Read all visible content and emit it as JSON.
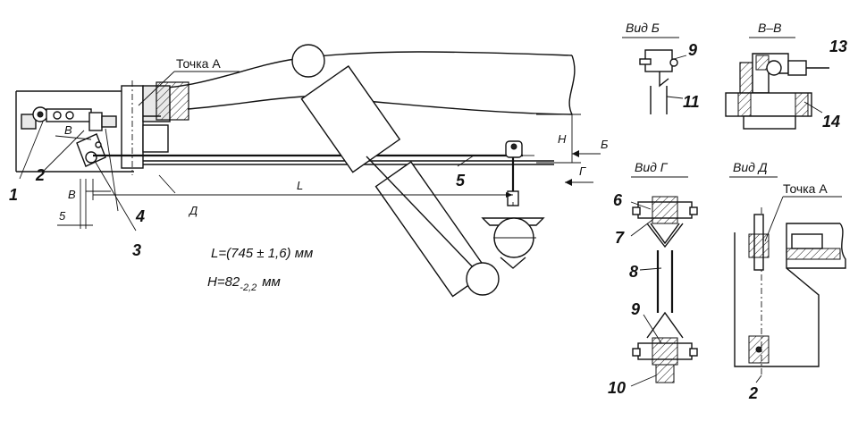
{
  "labels": {
    "point_a_main": "Точка  А",
    "point_a_view_d": "Точка  А",
    "num_1": "1",
    "num_2": "2",
    "num_3": "3",
    "num_4": "4",
    "num_5": "5",
    "num_6": "6",
    "num_7": "7",
    "num_8": "8",
    "num_9_top": "9",
    "num_9_bottom": "9",
    "num_10": "10",
    "num_11": "11",
    "num_13": "13",
    "num_14": "14",
    "num_2_view_d": "2",
    "dim_b_upper": "В",
    "dim_b_lower": "В",
    "dim_5": "5",
    "dim_L": "L",
    "dim_H": "H",
    "dim_D": "Д",
    "arrow_b": "Б",
    "arrow_g": "Г"
  },
  "views": {
    "view_b": "Вид Б",
    "section_vv": "В–В",
    "view_g": "Вид Г",
    "view_d": "Вид Д"
  },
  "formulas": {
    "L": "L=(745 ± 1,6) мм",
    "H_main": "H=82",
    "H_tol": "-2,2",
    "H_unit": "мм"
  }
}
